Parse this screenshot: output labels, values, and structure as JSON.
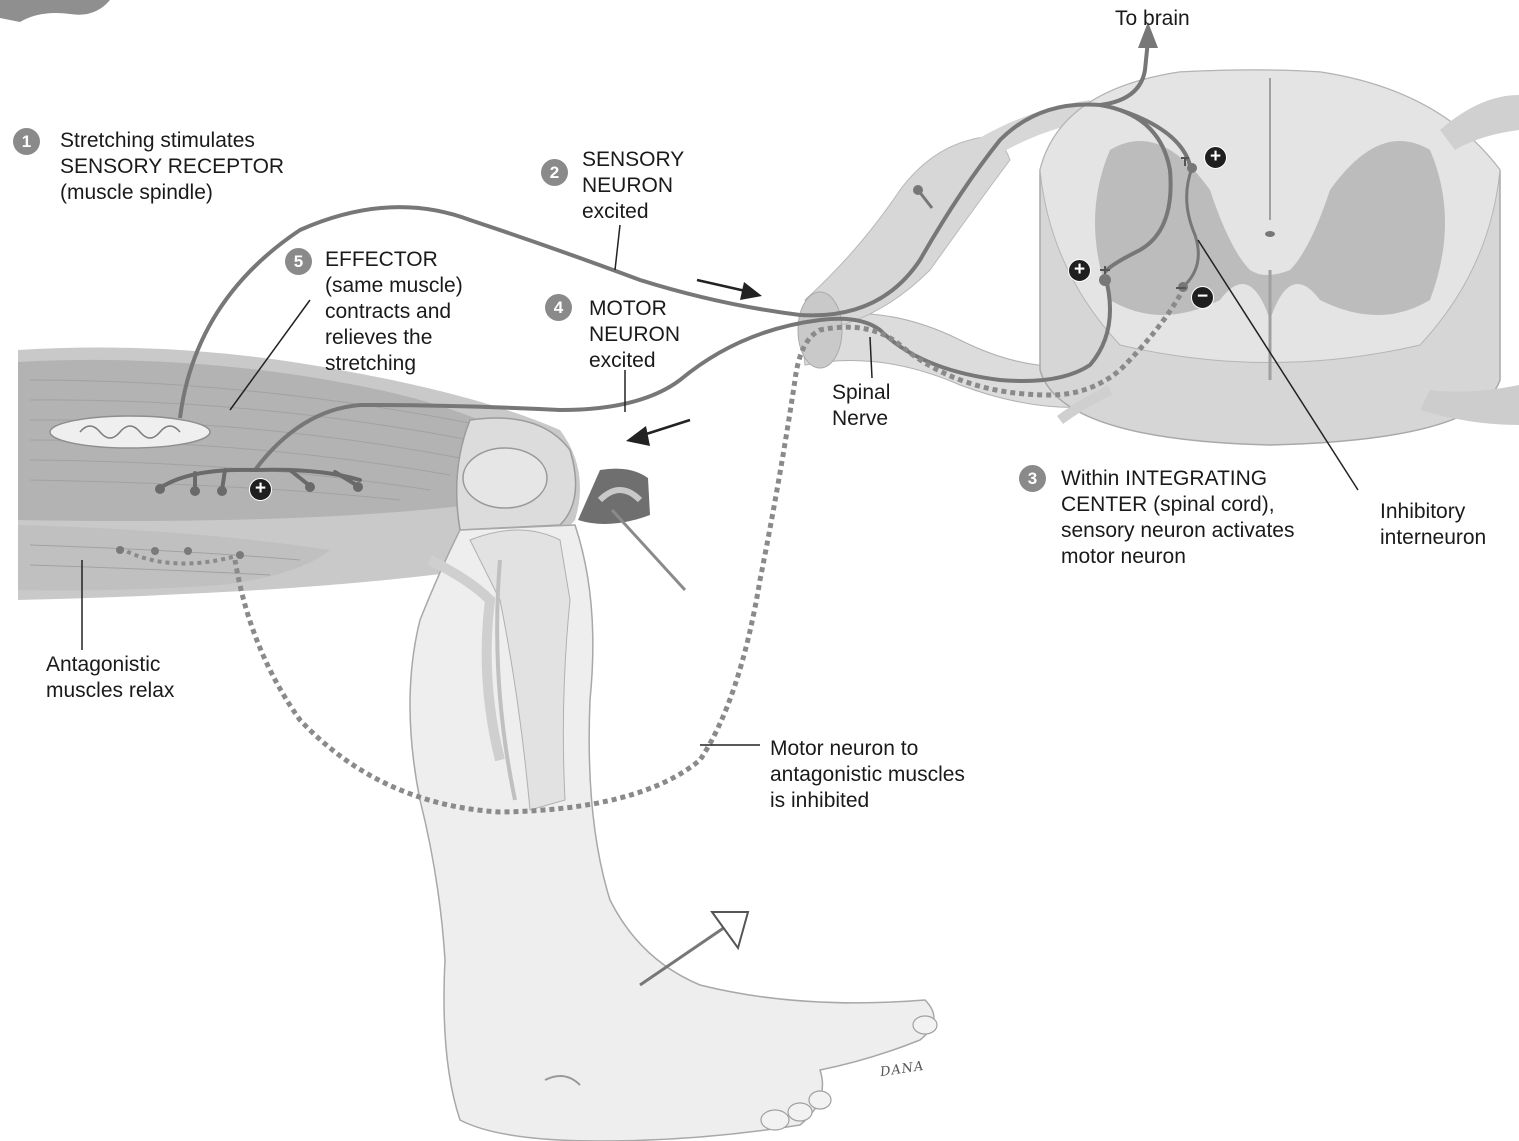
{
  "labels": {
    "to_brain": "To brain",
    "step1": {
      "num": "1",
      "lines": [
        "Stretching stimulates",
        "SENSORY RECEPTOR",
        "(muscle spindle)"
      ]
    },
    "step2": {
      "num": "2",
      "lines": [
        "SENSORY",
        "NEURON",
        "excited"
      ]
    },
    "step3": {
      "num": "3",
      "lines": [
        "Within INTEGRATING",
        "CENTER (spinal cord),",
        "sensory neuron activates",
        "motor neuron"
      ]
    },
    "step4": {
      "num": "4",
      "lines": [
        "MOTOR",
        "NEURON",
        "excited"
      ]
    },
    "step5": {
      "num": "5",
      "lines": [
        "EFFECTOR",
        "(same muscle)",
        "contracts and",
        "relieves the",
        "stretching"
      ]
    },
    "spinal_nerve": [
      "Spinal",
      "Nerve"
    ],
    "inhibitory_interneuron": [
      "Inhibitory",
      "interneuron"
    ],
    "antagonistic_relax": [
      "Antagonistic",
      "muscles relax"
    ],
    "motor_inhibited": [
      "Motor neuron to",
      "antagonistic muscles",
      "is inhibited"
    ]
  },
  "synapse_signs": {
    "plus": "+",
    "minus": "−"
  },
  "artist_signature": "DANA",
  "colors": {
    "neuron": "#7a7a7a",
    "tissue": "#d4d4d4",
    "tissue_dark": "#b9b9b9",
    "sign_fill": "#1f1f1f",
    "badge": "#8a8a8a"
  }
}
